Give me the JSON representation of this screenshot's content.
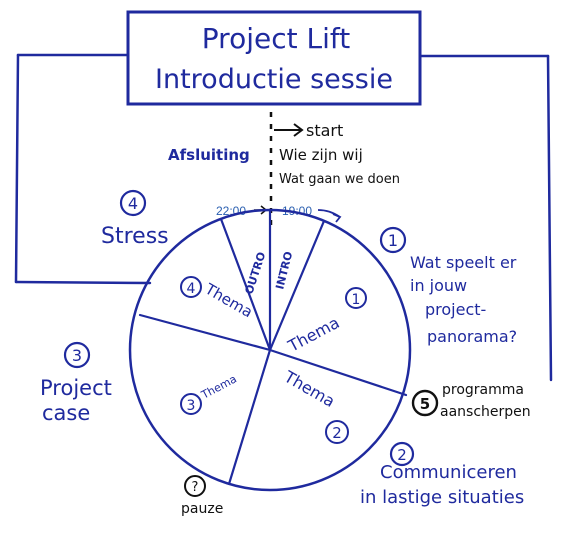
{
  "title": {
    "line1": "Project Lift",
    "line2": "Introductie sessie"
  },
  "top": {
    "start": "start",
    "afsluiting": "Afsluiting",
    "wie": "Wie zijn wij",
    "wat": "Wat gaan we doen",
    "time_end": "22:00",
    "time_start": "19:00"
  },
  "wheel": {
    "outro": "OUTRO",
    "intro": "INTRO",
    "thema1": "Thema",
    "thema2": "Thema",
    "thema3": "Thema",
    "thema4": "Thema",
    "num1": "1",
    "num2": "2",
    "num3": "3",
    "num4": "4"
  },
  "labels": {
    "stress_num": "4",
    "stress": "Stress",
    "wat_num": "1",
    "wat_line1": "Wat speelt er",
    "wat_line2": "in jouw",
    "wat_line3": "project-",
    "wat_line4": "panorama?",
    "project_num": "3",
    "project_line1": "Project",
    "project_line2": "case",
    "programma_num": "5",
    "programma_line1": "programma",
    "programma_line2": "aanscherpen",
    "comm_num": "2",
    "comm_line1": "Communiceren",
    "comm_line2": "in lastige situaties",
    "pauze_num": "?",
    "pauze": "pauze"
  },
  "colors": {
    "ink": "#1f2a9e",
    "black": "#111111",
    "time": "#2a5fb0"
  }
}
